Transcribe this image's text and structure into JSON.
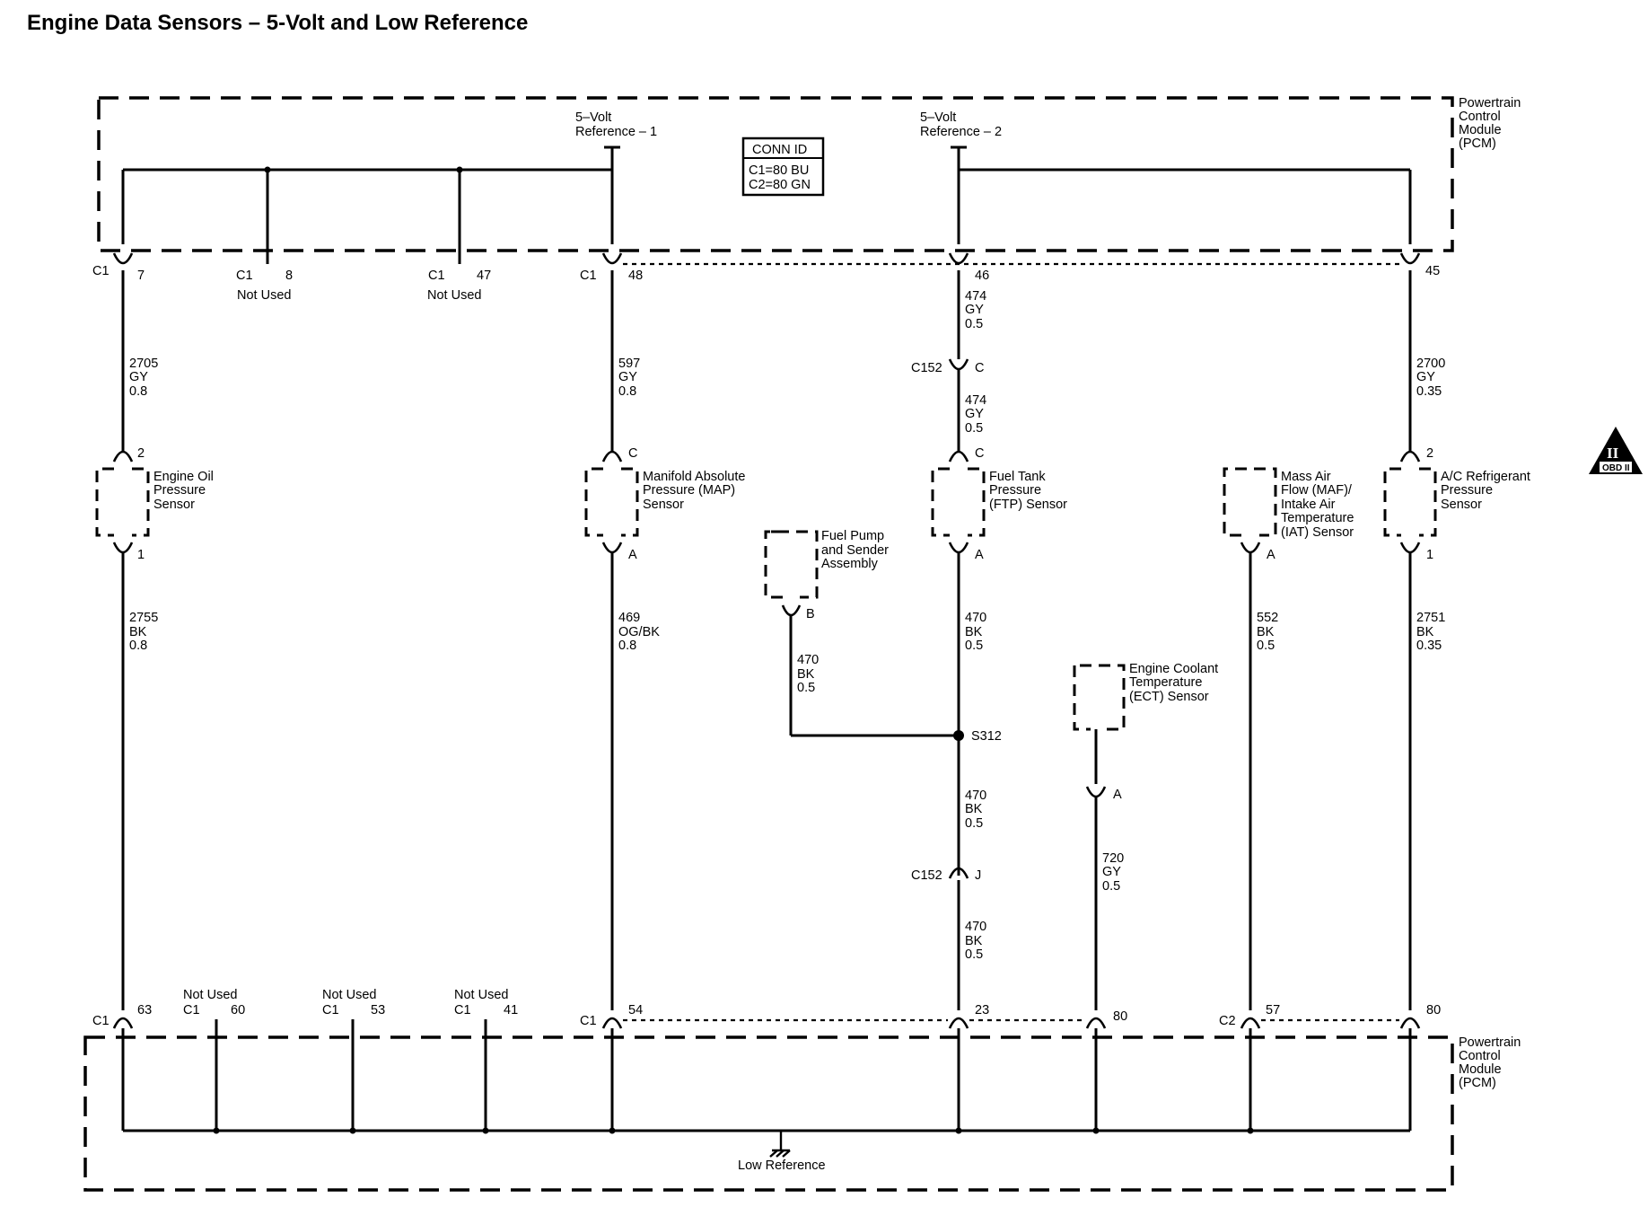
{
  "title": "Engine Data Sensors – 5-Volt and Low Reference",
  "pcm_label_lines": [
    "Powertrain",
    "Control",
    "Module",
    "(PCM)"
  ],
  "ref_labels": [
    {
      "lines": [
        "5–Volt",
        "Reference – 1"
      ]
    },
    {
      "lines": [
        "5–Volt",
        "Reference – 2"
      ]
    }
  ],
  "conn_id": {
    "title": "CONN ID",
    "rows": [
      "C1=80 BU",
      "C2=80 GN"
    ]
  },
  "top_pins": [
    {
      "conn": "C1",
      "pin": "7",
      "note": ""
    },
    {
      "conn": "C1",
      "pin": "8",
      "note": "Not Used"
    },
    {
      "conn": "C1",
      "pin": "47",
      "note": "Not Used"
    },
    {
      "conn": "C1",
      "pin": "48",
      "note": ""
    },
    {
      "conn": "",
      "pin": "46",
      "note": ""
    },
    {
      "conn": "",
      "pin": "45",
      "note": ""
    }
  ],
  "bottom_pins": [
    {
      "conn": "C1",
      "pin": "63",
      "note": ""
    },
    {
      "conn": "C1",
      "pin": "60",
      "note": "Not Used"
    },
    {
      "conn": "C1",
      "pin": "53",
      "note": "Not Used"
    },
    {
      "conn": "C1",
      "pin": "41",
      "note": "Not Used"
    },
    {
      "conn": "C1",
      "pin": "54",
      "note": ""
    },
    {
      "conn": "",
      "pin": "23",
      "note": ""
    },
    {
      "conn": "",
      "pin": "80",
      "note": ""
    },
    {
      "conn": "C2",
      "pin": "57",
      "note": ""
    },
    {
      "conn": "",
      "pin": "80",
      "note": ""
    }
  ],
  "wires": [
    {
      "id": "w2705",
      "lines": [
        "2705",
        "GY",
        "0.8"
      ]
    },
    {
      "id": "w597",
      "lines": [
        "597",
        "GY",
        "0.8"
      ]
    },
    {
      "id": "w474a",
      "lines": [
        "474",
        "GY",
        "0.5"
      ]
    },
    {
      "id": "w474b",
      "lines": [
        "474",
        "GY",
        "0.5"
      ]
    },
    {
      "id": "w2700",
      "lines": [
        "2700",
        "GY",
        "0.35"
      ]
    },
    {
      "id": "w2755",
      "lines": [
        "2755",
        "BK",
        "0.8"
      ]
    },
    {
      "id": "w469",
      "lines": [
        "469",
        "OG/BK",
        "0.8"
      ]
    },
    {
      "id": "w470pump",
      "lines": [
        "470",
        "BK",
        "0.5"
      ]
    },
    {
      "id": "w470ftp",
      "lines": [
        "470",
        "BK",
        "0.5"
      ]
    },
    {
      "id": "w552",
      "lines": [
        "552",
        "BK",
        "0.5"
      ]
    },
    {
      "id": "w2751",
      "lines": [
        "2751",
        "BK",
        "0.35"
      ]
    },
    {
      "id": "w470s",
      "lines": [
        "470",
        "BK",
        "0.5"
      ]
    },
    {
      "id": "w720",
      "lines": [
        "720",
        "GY",
        "0.5"
      ]
    },
    {
      "id": "w470c",
      "lines": [
        "470",
        "BK",
        "0.5"
      ]
    }
  ],
  "sensors": [
    {
      "id": "oil",
      "lines": [
        "Engine Oil",
        "Pressure",
        "Sensor"
      ],
      "pin_top": "2",
      "pin_bottom": "1"
    },
    {
      "id": "map",
      "lines": [
        "Manifold Absolute",
        "Pressure (MAP)",
        "Sensor"
      ],
      "pin_top": "C",
      "pin_bottom": "A"
    },
    {
      "id": "ftp",
      "lines": [
        "Fuel Tank",
        "Pressure",
        "(FTP) Sensor"
      ],
      "pin_top": "C",
      "pin_bottom": "A"
    },
    {
      "id": "maf",
      "lines": [
        "Mass Air",
        "Flow (MAF)/",
        "Intake Air",
        "Temperature",
        "(IAT) Sensor"
      ],
      "pin_top": "",
      "pin_bottom": "A"
    },
    {
      "id": "ac",
      "lines": [
        "A/C Refrigerant",
        "Pressure",
        "Sensor"
      ],
      "pin_top": "2",
      "pin_bottom": "1"
    },
    {
      "id": "pump",
      "lines": [
        "Fuel Pump",
        "and Sender",
        "Assembly"
      ],
      "pin_top": "",
      "pin_bottom": "B"
    },
    {
      "id": "ect",
      "lines": [
        "Engine Coolant",
        "Temperature",
        "(ECT) Sensor"
      ],
      "pin_top": "",
      "pin_bottom": "A"
    }
  ],
  "inline_connectors": [
    {
      "id": "c152c",
      "conn": "C152",
      "pin": "C"
    },
    {
      "id": "c152j",
      "conn": "C152",
      "pin": "J"
    }
  ],
  "splice": "S312",
  "ground_label": "Low Reference",
  "obd_badge": {
    "symbol": "II",
    "text": "OBD II"
  }
}
